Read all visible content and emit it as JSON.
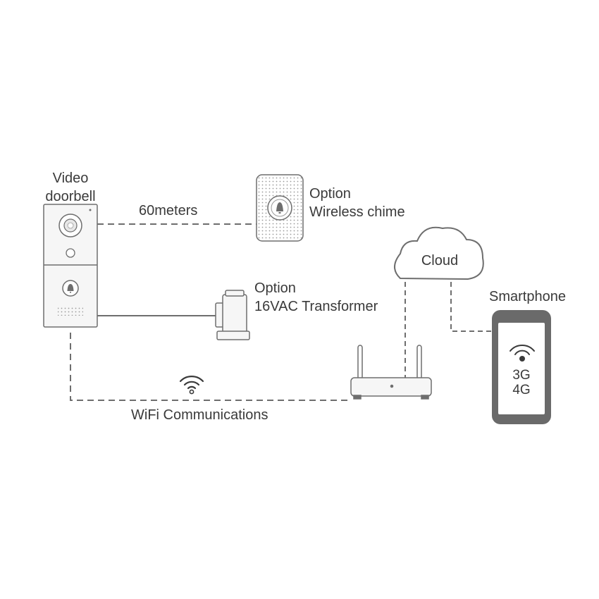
{
  "doorbell": {
    "label_line1": "Video",
    "label_line2": "doorbell"
  },
  "chime": {
    "label_line1": "Option",
    "label_line2": "Wireless chime"
  },
  "transformer": {
    "label_line1": "Option",
    "label_line2": "16VAC Transformer"
  },
  "cloud": {
    "label": "Cloud"
  },
  "smartphone": {
    "label": "Smartphone",
    "network_line1": "3G",
    "network_line2": "4G"
  },
  "links": {
    "chime_distance": "60meters",
    "wifi": "WiFi Communications"
  },
  "colors": {
    "stroke": "#6e6e6e",
    "text": "#3a3a3a",
    "phone_body": "#6a6a6a",
    "device_fill": "#f6f6f6"
  }
}
